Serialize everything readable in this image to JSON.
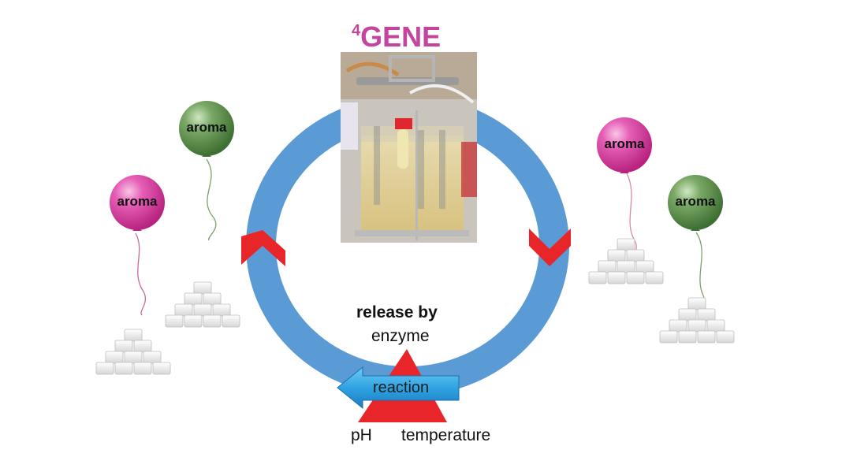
{
  "title": {
    "superscript": "4",
    "text": "GENE",
    "color": "#c4449e"
  },
  "photo": {
    "subject": "bioreactor-vessel"
  },
  "cycle": {
    "ring_color": "#5b9bd5",
    "chevron_color": "#e8262a",
    "chevrons": [
      "up-chevron-left",
      "down-chevron-right"
    ]
  },
  "center_label": {
    "heading": "release by",
    "subheading": "enzyme"
  },
  "reaction": {
    "arrow_label": "reaction",
    "arrow_color": "#2e9fe0",
    "triangle_color": "#e8262a"
  },
  "factors": {
    "left": "pH",
    "right": "temperature"
  },
  "balloons": [
    {
      "label": "aroma",
      "color": "pink",
      "side": "left"
    },
    {
      "label": "aroma",
      "color": "green",
      "side": "left"
    },
    {
      "label": "aroma",
      "color": "pink",
      "side": "right"
    },
    {
      "label": "aroma",
      "color": "green",
      "side": "right"
    }
  ],
  "sugar_piles": [
    "left-front",
    "left-back",
    "right-front",
    "right-back"
  ],
  "colors": {
    "pink": "#d9449e",
    "green": "#5f8f4f"
  }
}
